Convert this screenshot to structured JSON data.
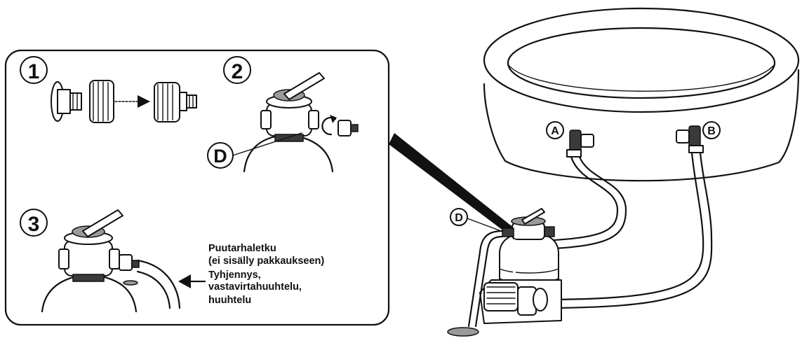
{
  "steps": {
    "one": "1",
    "two": "2",
    "three": "3"
  },
  "labels": {
    "a": "A",
    "b": "B",
    "d": "D"
  },
  "caption": {
    "line1": "Puutarhaletku",
    "line2": "(ei sisälly pakkaukseen)",
    "line3": "Tyhjennys,",
    "line4": "vastavirtahuuhtelu,",
    "line5": "huuhtelu"
  }
}
